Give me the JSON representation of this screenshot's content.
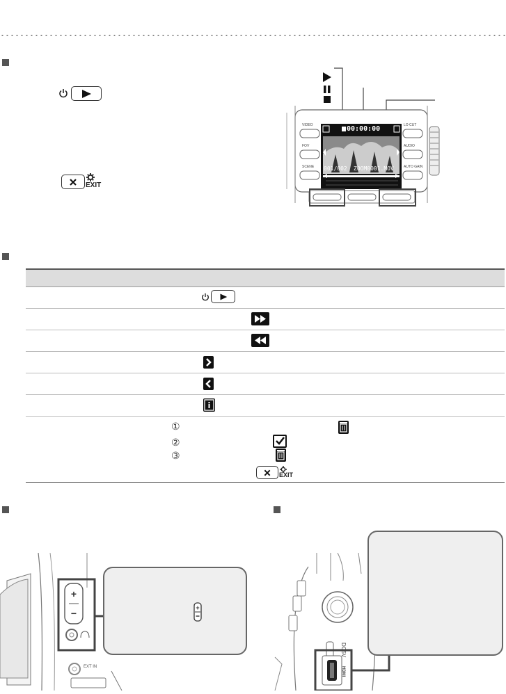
{
  "screen": {
    "timecode": "00:00:00",
    "file_counter": "001/002",
    "file_name": "ZOOM0001.MOV",
    "side_labels_left": [
      "VIDEO",
      "FOV",
      "SCENE"
    ],
    "side_labels_right": [
      "LO CUT",
      "AUDIO",
      "AUTO GAIN"
    ]
  },
  "exit_label": "EXIT",
  "jack_labels": {
    "ext_in": "EXT IN",
    "dc": "DC5V",
    "hdmi": "HDMI"
  },
  "icons": {
    "power": "power-icon",
    "play": "play-icon",
    "pause": "pause-icon",
    "stop": "stop-icon",
    "close": "close-x-icon",
    "gear": "gear-icon",
    "fast_forward": "fast-forward-icon",
    "rewind": "rewind-icon",
    "next": "chevron-right-icon",
    "prev": "chevron-left-icon",
    "info": "info-icon",
    "trash": "trash-icon",
    "check": "checkbox-icon",
    "volume": "volume-rocker-icon"
  },
  "steps": [
    "①",
    "②",
    "③"
  ]
}
